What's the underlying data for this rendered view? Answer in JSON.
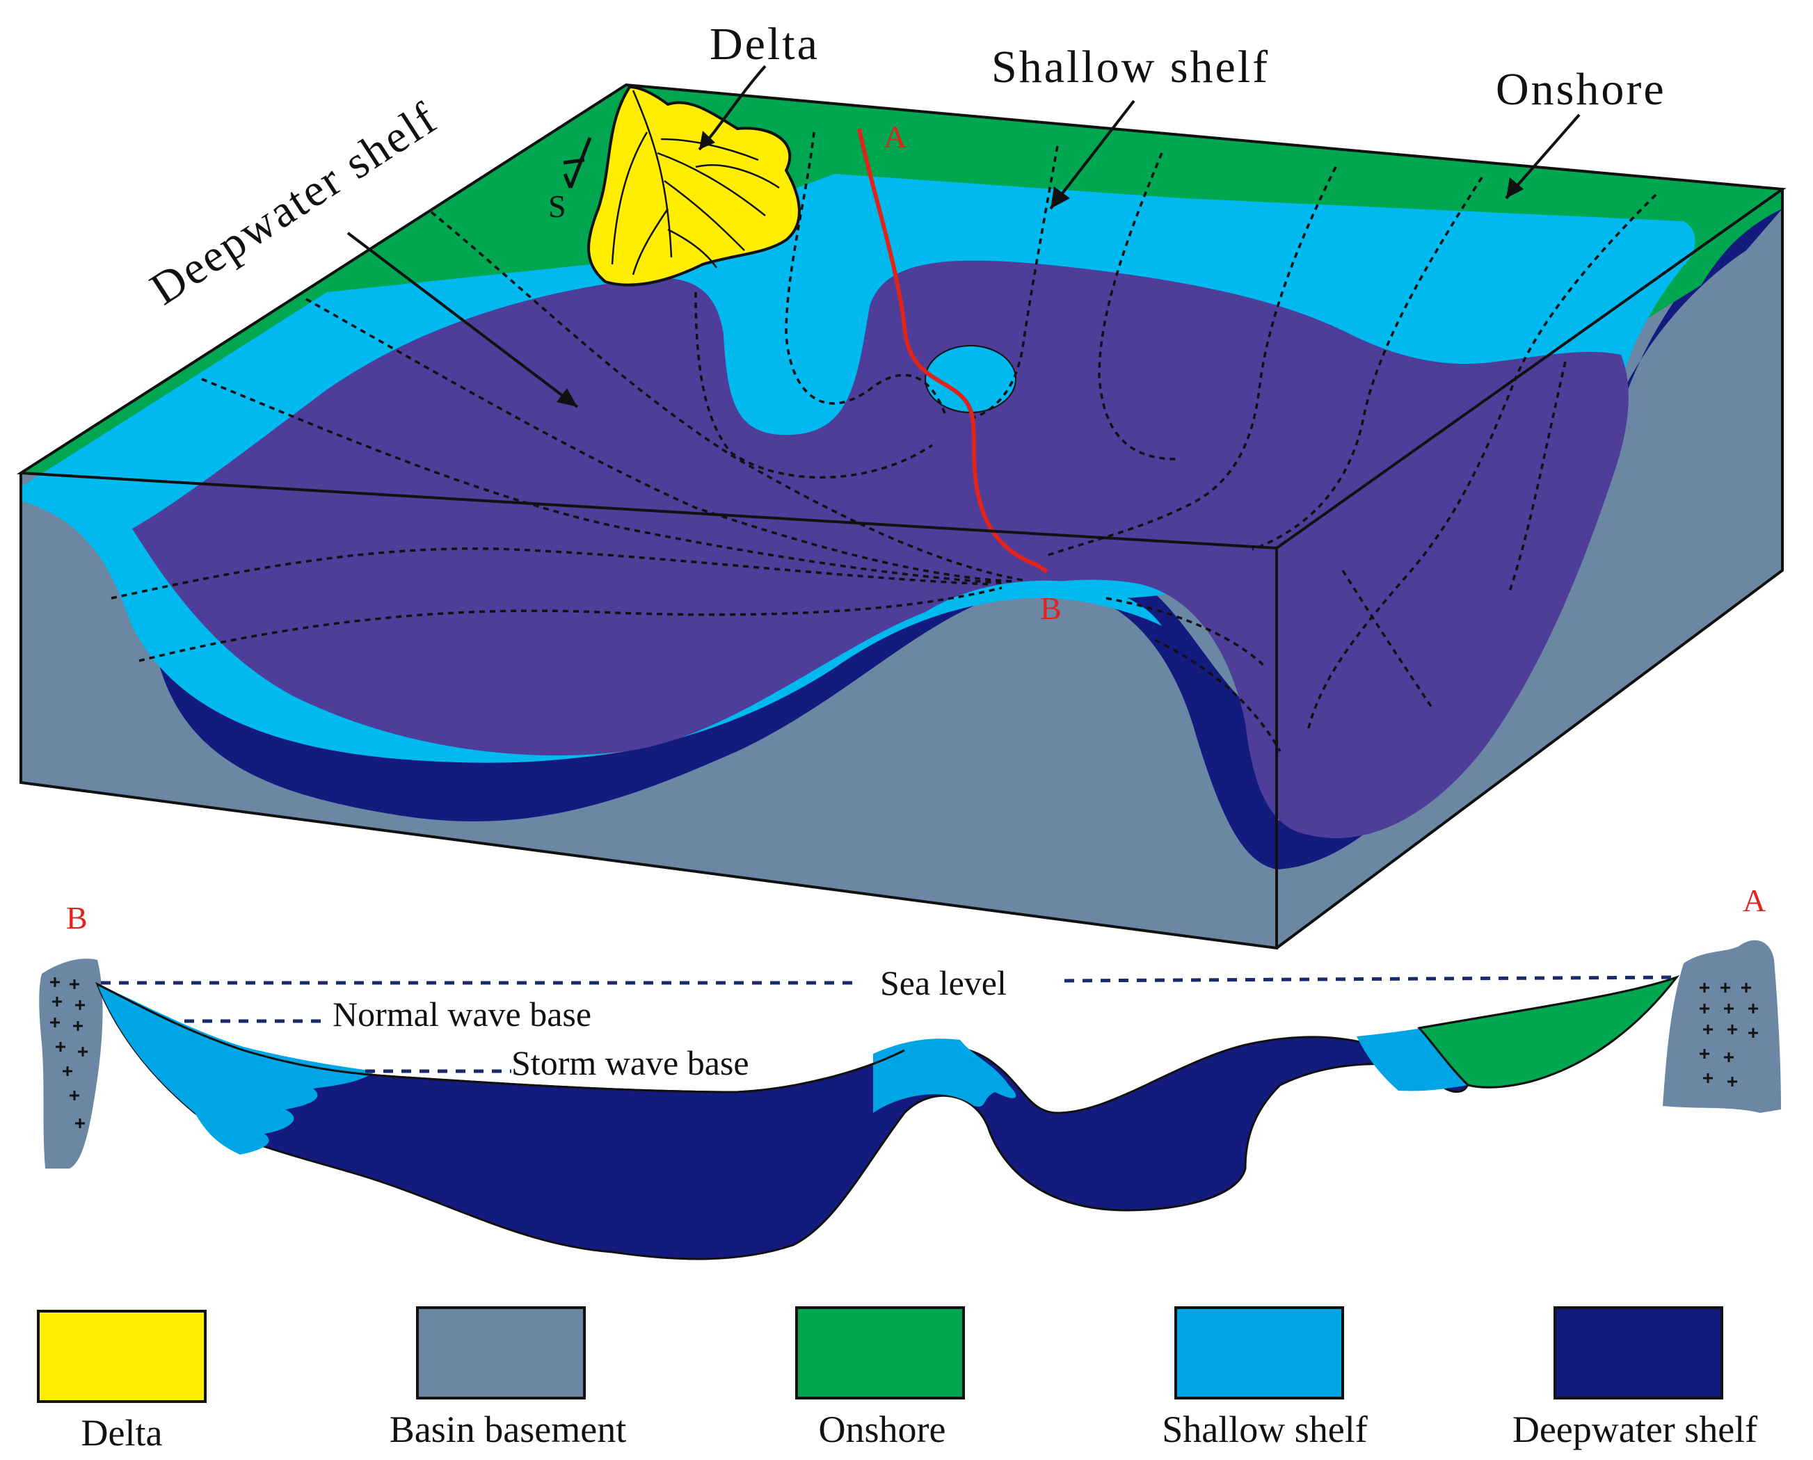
{
  "labels": {
    "delta": "Delta",
    "shallow_shelf": "Shallow  shelf",
    "onshore": "Onshore",
    "deepwater_shelf": "Deepwater shelf",
    "section_start": "A",
    "section_end": "B",
    "strike_symbol": "S"
  },
  "cross_section": {
    "left_end": "B",
    "right_end": "A",
    "sea_level": "Sea level",
    "normal_wave_base": "Normal wave base",
    "storm_wave_base": "Storm wave base"
  },
  "legend": [
    {
      "label": "Delta",
      "color": "#ffee00"
    },
    {
      "label": "Basin basement",
      "color": "#6b87a4"
    },
    {
      "label": "Onshore",
      "color": "#00a650"
    },
    {
      "label": "Shallow  shelf",
      "color": "#00a5e6"
    },
    {
      "label": "Deepwater shelf",
      "color": "#141b7e"
    }
  ],
  "colors": {
    "delta": "#ffee00",
    "basement": "#6b87a4",
    "onshore": "#00a650",
    "shallow_shelf": "#00b9ef",
    "deepwater_surface": "#4e3e9a",
    "deepwater_section": "#141b7e",
    "section_line": "#e0241b"
  }
}
